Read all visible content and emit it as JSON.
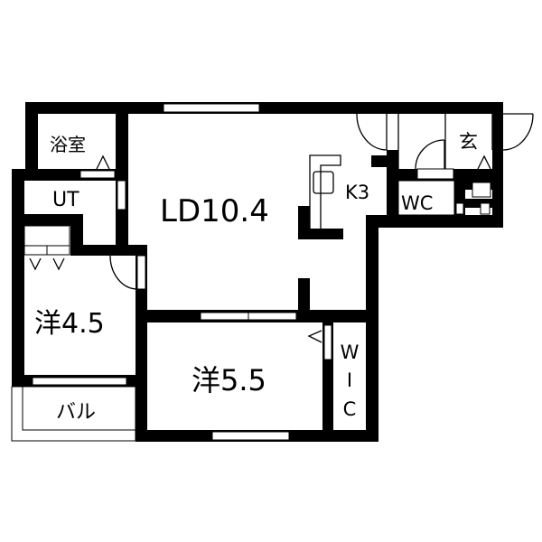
{
  "floorplan": {
    "colors": {
      "wall": "#000000",
      "background": "#ffffff"
    },
    "rooms": {
      "bath": "浴室",
      "utility": "UT",
      "living_dining": "LD10.4",
      "kitchen": "K3",
      "toilet": "WC",
      "entrance": "玄",
      "western_room_1": "洋4.5",
      "western_room_2": "洋5.5",
      "wic_w": "W",
      "wic_i": "I",
      "wic_c": "C",
      "balcony": "バル"
    }
  }
}
